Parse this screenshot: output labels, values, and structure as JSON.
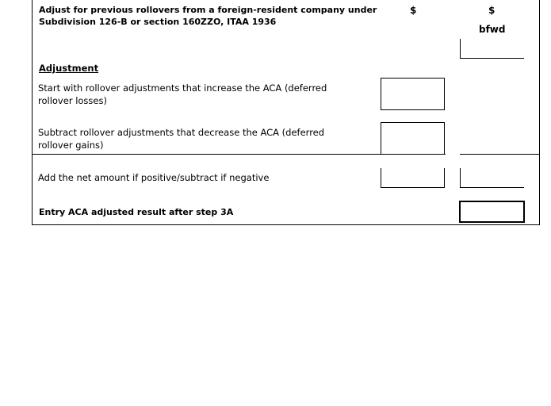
{
  "header": {
    "title_line1": "Adjust for previous rollovers from a foreign-resident company under",
    "title_line2": "Subdivision 126-B or section 160ZZO, ITAA 1936",
    "col_a_label": "$",
    "col_b_label": "$",
    "col_b_sub": "bfwd"
  },
  "section": {
    "label": "Adjustment"
  },
  "rows": [
    {
      "line1": "Start with rollover adjustments that increase the ACA (deferred",
      "line2": "rollover losses)"
    },
    {
      "line1": "Subtract rollover adjustments that decrease the ACA (deferred",
      "line2": "rollover gains)"
    },
    {
      "line1": "Add the net amount if positive/subtract if negative"
    },
    {
      "line1": "Entry ACA adjusted result after step 3A"
    }
  ]
}
